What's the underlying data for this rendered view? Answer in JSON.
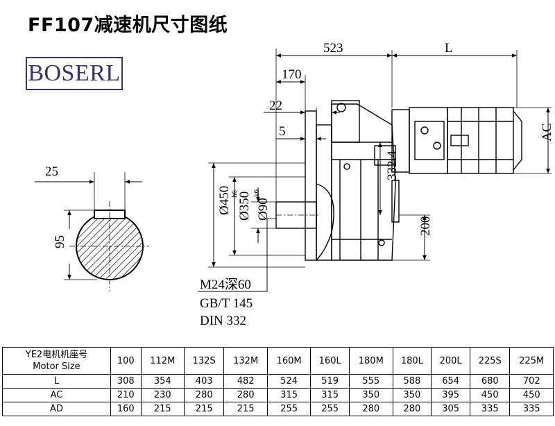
{
  "title": "FF107减速机尺寸图纸",
  "logo": "BOSERL",
  "dimensions": {
    "d523": "523",
    "dL": "L",
    "d170": "170",
    "d22": "22",
    "d5": "5",
    "dAC": "AC",
    "d332_4": "332.4",
    "d200": "200",
    "d25": "25",
    "d95": "95",
    "d450": "Ø450",
    "d350": "Ø350",
    "d350_tol": "h6",
    "d90": "Ø90",
    "d90_tol": "k6"
  },
  "notes": {
    "line1": "M24深60",
    "line2": "GB/T 145",
    "line3": "DIN 332"
  },
  "table": {
    "header_label_1": "YE2电机机座号",
    "header_label_2": "Motor Size",
    "columns": [
      "100",
      "112M",
      "132S",
      "132M",
      "160M",
      "160L",
      "180M",
      "180L",
      "200L",
      "225S",
      "225M"
    ],
    "rows": [
      {
        "label": "L",
        "values": [
          "308",
          "354",
          "403",
          "482",
          "524",
          "519",
          "555",
          "588",
          "654",
          "680",
          "702"
        ]
      },
      {
        "label": "AC",
        "values": [
          "210",
          "230",
          "280",
          "280",
          "315",
          "315",
          "350",
          "350",
          "395",
          "450",
          "450"
        ]
      },
      {
        "label": "AD",
        "values": [
          "160",
          "215",
          "215",
          "215",
          "255",
          "255",
          "280",
          "280",
          "305",
          "335",
          "335"
        ]
      }
    ]
  }
}
